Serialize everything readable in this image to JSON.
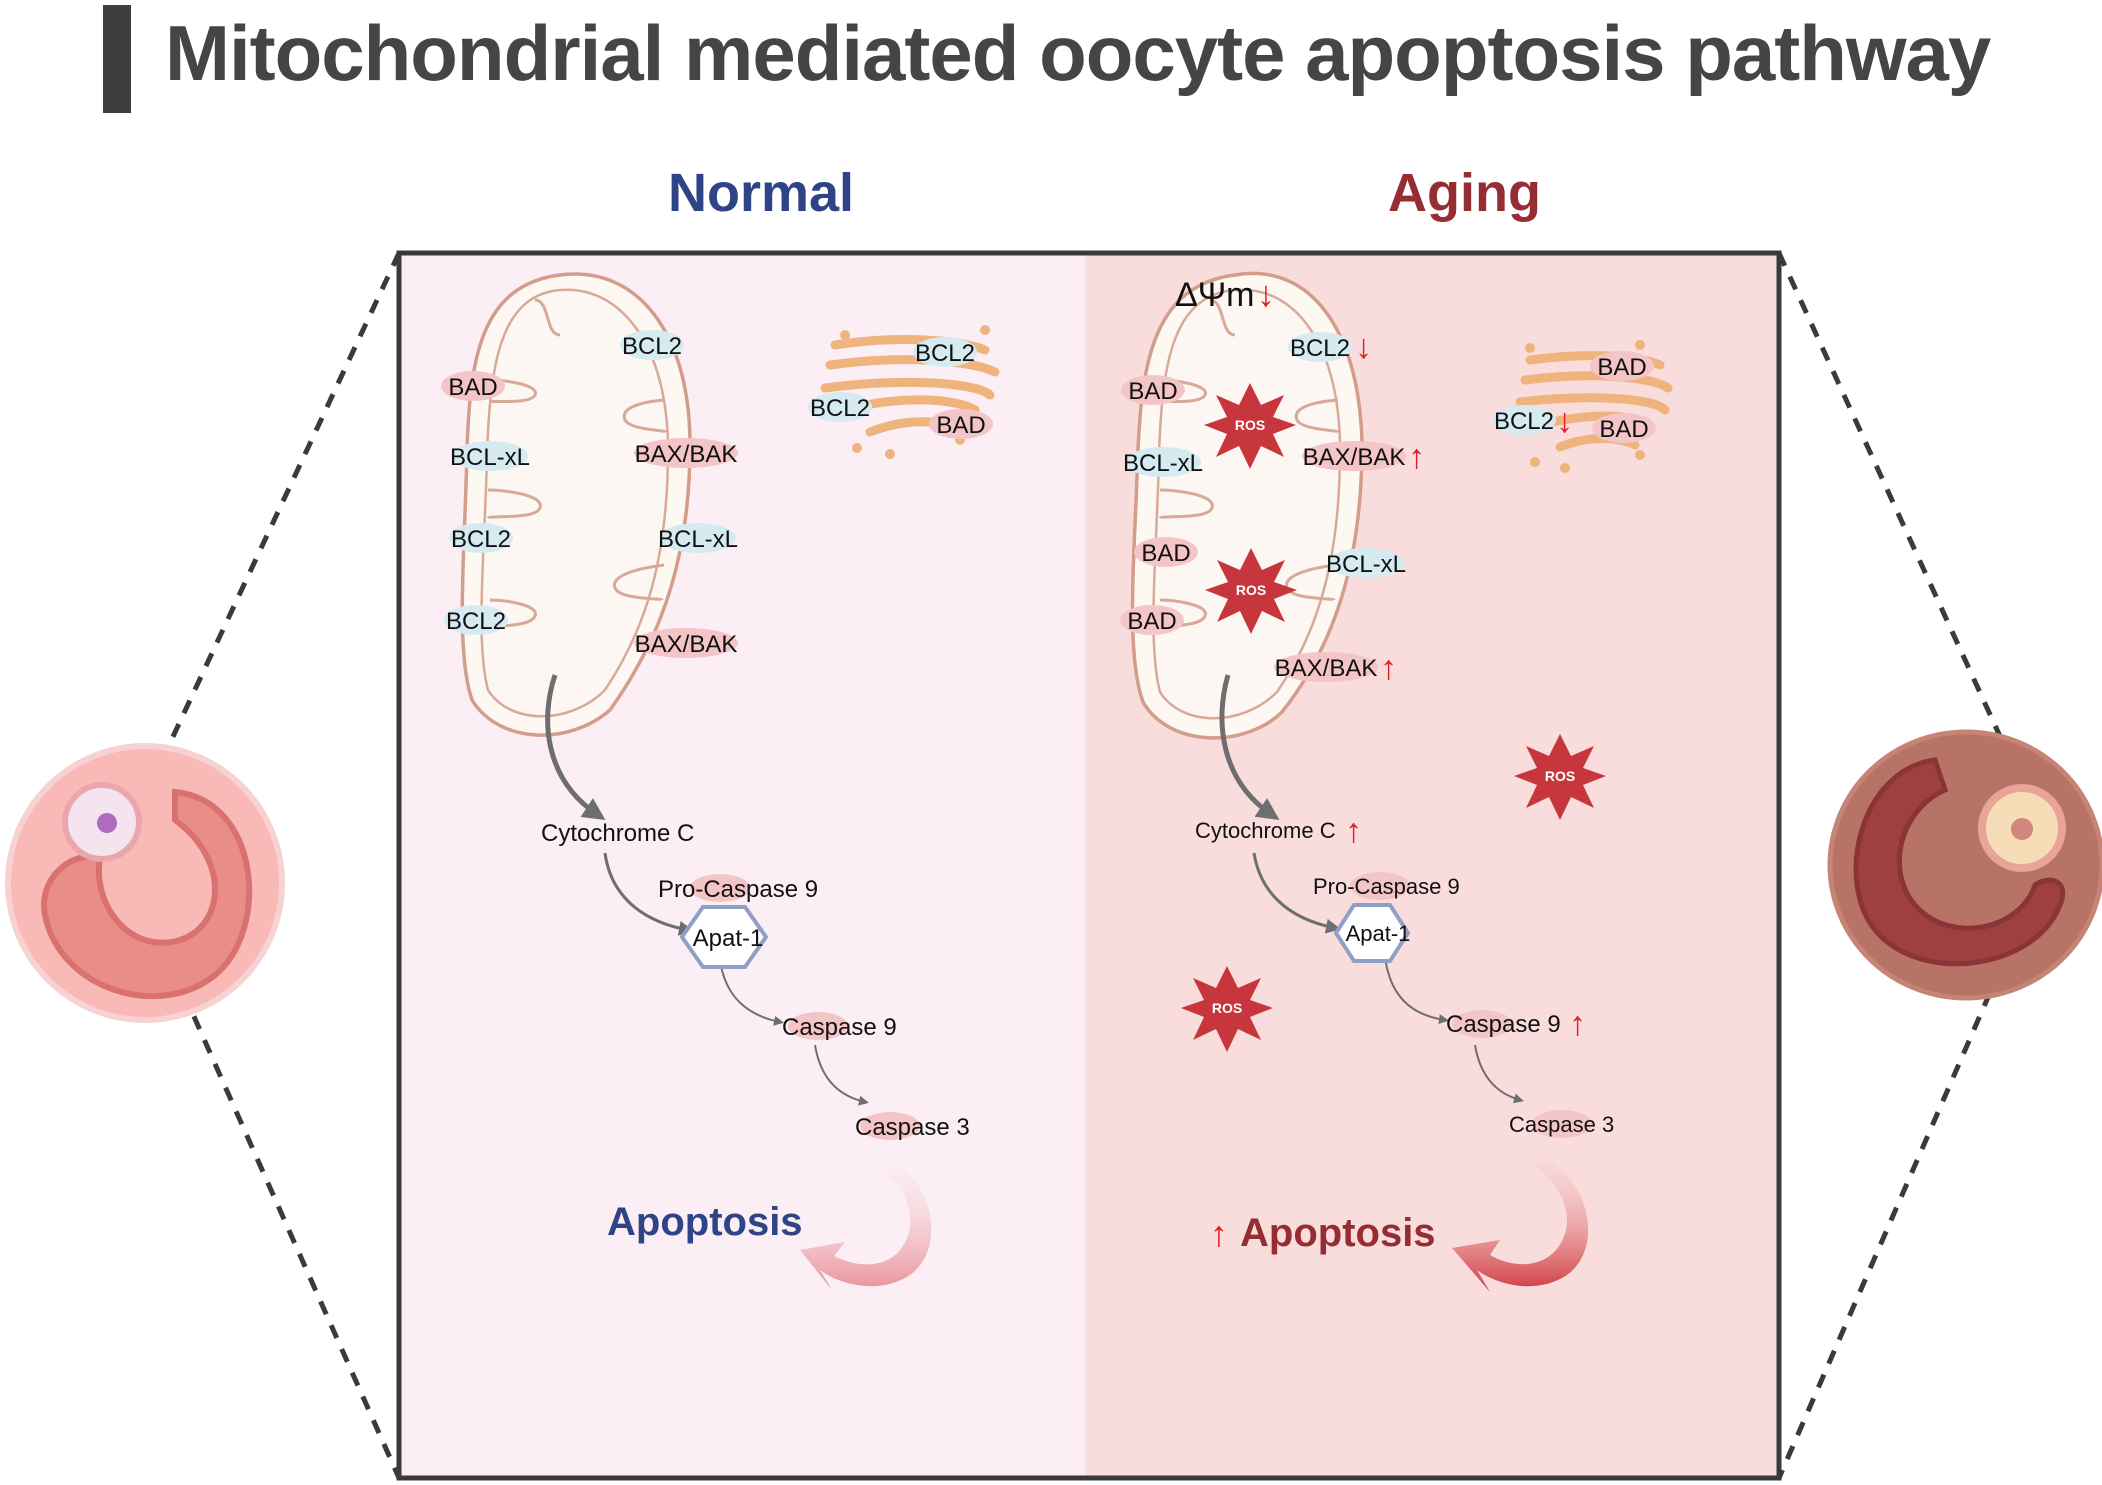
{
  "title": "Mitochondrial mediated oocyte apoptosis pathway",
  "normal": {
    "heading": "Normal",
    "mito_labels": {
      "bcl2_top": "BCL2",
      "bad": "BAD",
      "bclxl_left": "BCL-xL",
      "baxbak_upper": "BAX/BAK",
      "bcl2_mid": "BCL2",
      "bclxl_right": "BCL-xL",
      "bcl2_low": "BCL2",
      "baxbak_lower": "BAX/BAK"
    },
    "golgi_labels": {
      "bcl2_a": "BCL2",
      "bcl2_b": "BCL2",
      "bad": "BAD"
    },
    "cytochrome": "Cytochrome C",
    "procaspase": "Pro-Caspase 9",
    "apat": "Apat-1",
    "caspase9": "Caspase 9",
    "caspase3": "Caspase 3",
    "apoptosis": "Apoptosis"
  },
  "aging": {
    "heading": "Aging",
    "membrane_potential": "ΔΨm",
    "mito_labels": {
      "bcl2_top": "BCL2",
      "bad_1": "BAD",
      "bclxl_left": "BCL-xL",
      "baxbak_upper": "BAX/BAK",
      "bad_2": "BAD",
      "bclxl_right": "BCL-xL",
      "bad_3": "BAD",
      "baxbak_lower": "BAX/BAK"
    },
    "golgi_labels": {
      "bad_a": "BAD",
      "bcl2": "BCL2",
      "bad_b": "BAD"
    },
    "ros": "ROS",
    "cytochrome": "Cytochrome C",
    "procaspase": "Pro-Caspase 9",
    "apat": "Apat-1",
    "caspase9": "Caspase 9",
    "caspase3": "Caspase 3",
    "apoptosis": "Apoptosis"
  },
  "colors": {
    "normal_bg": "#fbeff5",
    "aging_bg": "#f9dcdc",
    "normal_accent": "#2f4487",
    "aging_accent": "#962d33",
    "up_down_arrow": "#e02020",
    "ros": "#c8363d",
    "bcl_oval": "#d5ebf1",
    "bad_oval": "#f3c5c7"
  }
}
